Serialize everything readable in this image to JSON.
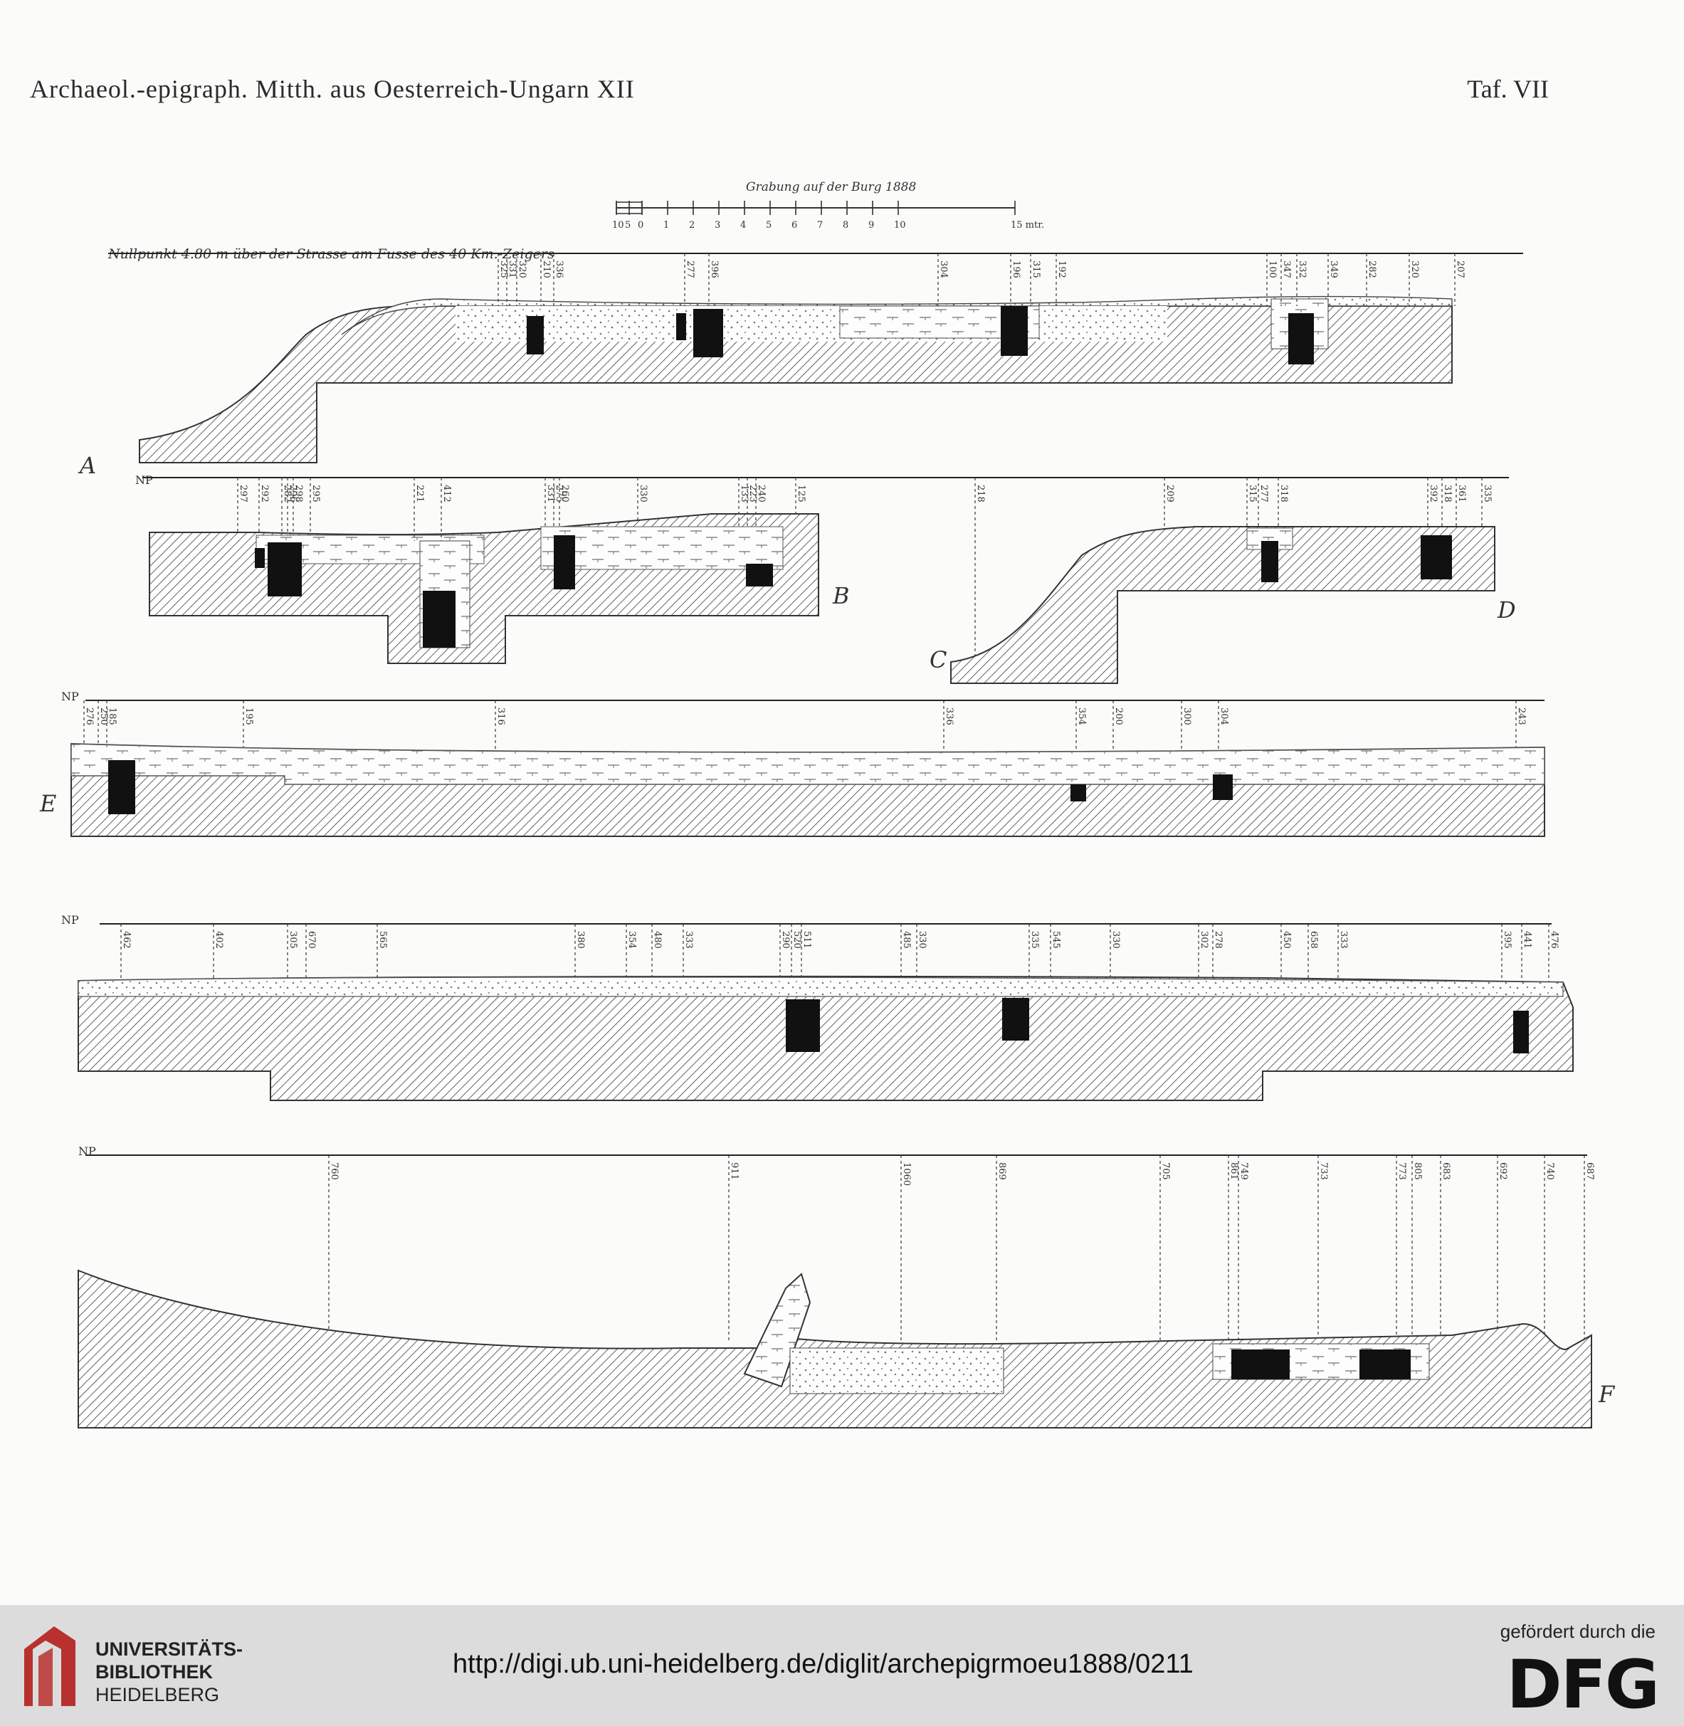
{
  "header": {
    "journal_title": "Archaeol.-epigraph. Mitth. aus Oesterreich-Ungarn XII",
    "plate_number": "Taf. VII"
  },
  "scale_bar": {
    "title": "Grabung auf der Burg 1888",
    "ticks": [
      "10",
      "5",
      "0",
      "1",
      "2",
      "3",
      "4",
      "5",
      "6",
      "7",
      "8",
      "9",
      "10",
      "15 mtr."
    ]
  },
  "datum_note": "Nullpunkt 4.80 m über der Strasse am Fusse des 40 Km.-Zeigers",
  "section_letters": [
    "A",
    "B",
    "C",
    "D",
    "E",
    "F"
  ],
  "np_label": "NP",
  "depth_labels": {
    "section1": [
      "325",
      "331",
      "320",
      "210",
      "336",
      "277",
      "396",
      "304",
      "196",
      "315",
      "192",
      "100",
      "347",
      "332",
      "349",
      "282",
      "320",
      "207"
    ],
    "section2": [
      "297",
      "292",
      "282",
      "296",
      "298",
      "295",
      "221",
      "412",
      "331",
      "275",
      "260",
      "330",
      "133",
      "223",
      "240",
      "125",
      "218",
      "209",
      "315",
      "277",
      "318",
      "392",
      "318",
      "361",
      "335"
    ],
    "section3": [
      "276",
      "250",
      "185",
      "195",
      "316",
      "336",
      "354",
      "200",
      "300",
      "304",
      "243"
    ],
    "section4": [
      "462",
      "402",
      "305",
      "670",
      "565",
      "380",
      "354",
      "480",
      "333",
      "290",
      "520",
      "511",
      "485",
      "330",
      "335",
      "545",
      "330",
      "302",
      "278",
      "450",
      "658",
      "333",
      "395",
      "441",
      "476"
    ],
    "section5": [
      "760",
      "911",
      "1060",
      "869",
      "705",
      "861",
      "749",
      "733",
      "773",
      "805",
      "683",
      "692",
      "740",
      "687"
    ]
  },
  "footer": {
    "library_line1": "UNIVERSITÄTS-",
    "library_line2": "BIBLIOTHEK",
    "library_line3": "HEIDELBERG",
    "url": "http://digi.ub.uni-heidelberg.de/diglit/archepigrmoeu1888/0211",
    "funding_caption": "gefördert durch die",
    "funder_logo": "DFG"
  },
  "colors": {
    "ink": "#1c1c1c",
    "paper": "#fbfbfa",
    "footer_bg": "#dcdcdc",
    "ub_red": "#b8312f"
  }
}
